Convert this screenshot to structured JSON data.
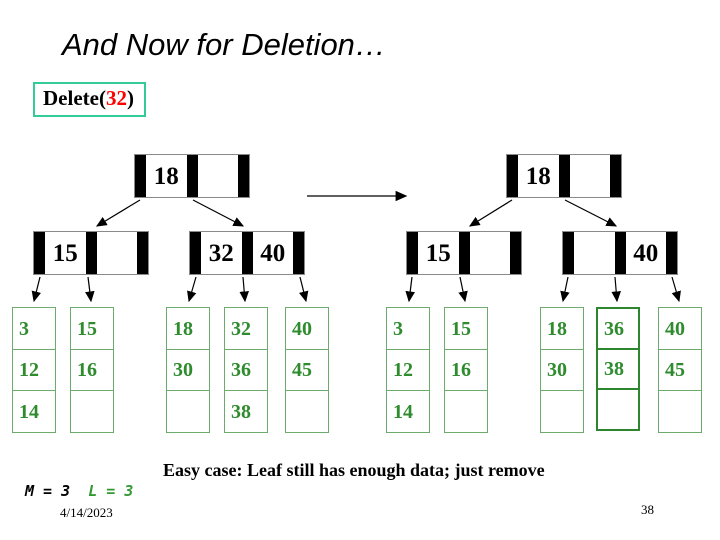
{
  "slide": {
    "title": "And Now for Deletion…",
    "delete_box": {
      "prefix": "Delete(",
      "arg": "32",
      "suffix": ")"
    },
    "caption": "Easy case: Leaf still has enough data; just remove",
    "params": {
      "m": "M = 3",
      "l": "L = 3"
    },
    "footer": {
      "date": "4/14/2023",
      "page": "38"
    }
  },
  "colors": {
    "delete_box_border": "#33cc99",
    "delete_arg_red": "#ff0000",
    "leaf_border_green": "#6cab6c",
    "leaf_text_green": "#2e8b2e",
    "highlight_leaf_border": "#2d862d",
    "node_bar": "#000000"
  },
  "trees": {
    "before": {
      "root": {
        "keys": [
          "18",
          ""
        ]
      },
      "left_internal": {
        "keys": [
          "15",
          ""
        ]
      },
      "right_internal": {
        "keys": [
          "32",
          "40"
        ]
      },
      "leaves": [
        [
          "3",
          "12",
          "14"
        ],
        [
          "15",
          "16",
          ""
        ],
        [
          "18",
          "30",
          ""
        ],
        [
          "32",
          "36",
          "38"
        ],
        [
          "40",
          "45",
          ""
        ]
      ]
    },
    "after": {
      "root": {
        "keys": [
          "18",
          ""
        ]
      },
      "left_internal": {
        "keys": [
          "15",
          ""
        ]
      },
      "right_internal": {
        "keys": [
          "",
          "40"
        ]
      },
      "leaves": [
        [
          "3",
          "12",
          "14"
        ],
        [
          "15",
          "16",
          ""
        ],
        [
          "18",
          "30",
          ""
        ],
        [
          "36",
          "38",
          ""
        ],
        [
          "40",
          "45",
          ""
        ]
      ],
      "highlighted_leaf_index": 3
    }
  }
}
